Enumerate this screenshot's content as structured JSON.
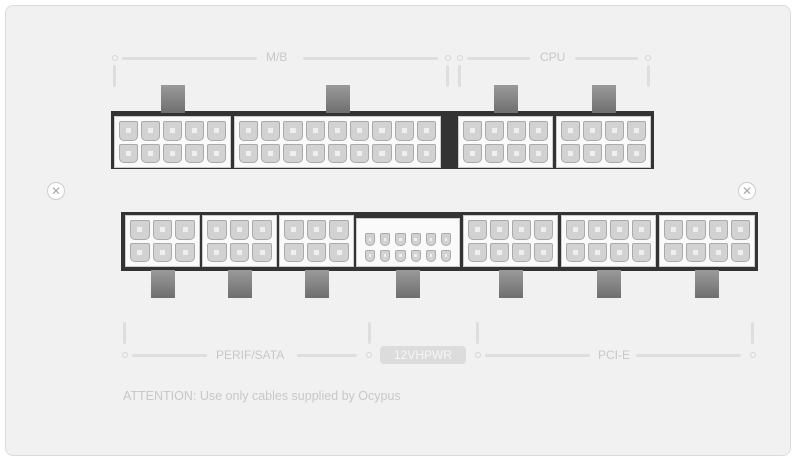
{
  "labels": {
    "mb": "M/B",
    "cpu": "CPU",
    "perif": "PERIF/SATA",
    "hpwr": "12VHPWR",
    "pcie": "PCI-E"
  },
  "attention": "ATTENTION: Use only cables supplied by Ocypus",
  "icons": {
    "screw": "screw-icon"
  },
  "connectors": [
    {
      "group": "mb",
      "cols": 5,
      "rows": 2
    },
    {
      "group": "mb",
      "cols": 9,
      "rows": 2
    },
    {
      "group": "cpu",
      "cols": 4,
      "rows": 2
    },
    {
      "group": "cpu",
      "cols": 4,
      "rows": 2
    },
    {
      "group": "perif",
      "cols": 3,
      "rows": 2
    },
    {
      "group": "perif",
      "cols": 3,
      "rows": 2
    },
    {
      "group": "perif",
      "cols": 3,
      "rows": 2
    },
    {
      "group": "hpwr",
      "cols": 6,
      "rows": 2
    },
    {
      "group": "pcie",
      "cols": 4,
      "rows": 2
    },
    {
      "group": "pcie",
      "cols": 4,
      "rows": 2
    },
    {
      "group": "pcie",
      "cols": 4,
      "rows": 2
    }
  ]
}
